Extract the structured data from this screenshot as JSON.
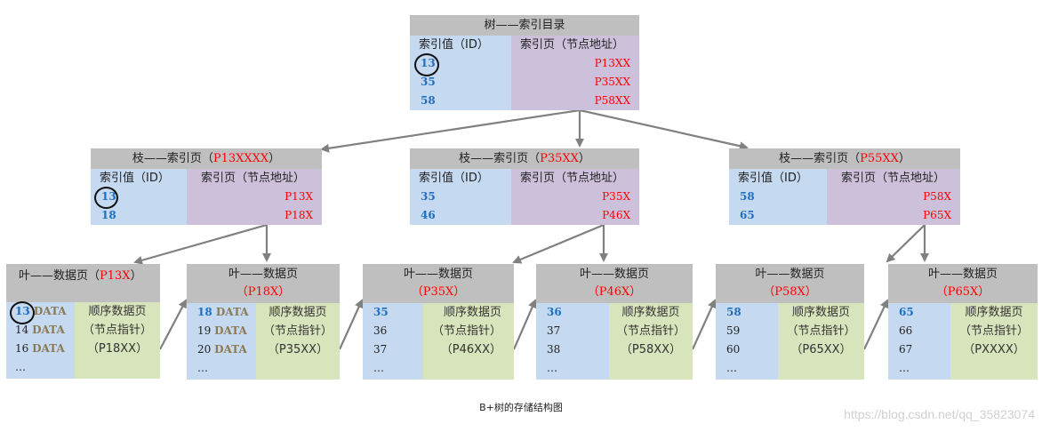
{
  "root": {
    "title": "树——索引目录",
    "col_id": "索引值（ID）",
    "col_addr": "索引页（节点地址）",
    "rows": [
      {
        "id": "13",
        "addr": "P13XX"
      },
      {
        "id": "35",
        "addr": "P35XX"
      },
      {
        "id": "58",
        "addr": "P58XX"
      }
    ]
  },
  "branches": [
    {
      "title": "枝——索引页（",
      "addr": "P13XXXX",
      "title_end": "）",
      "col_id": "索引值（ID）",
      "col_addr": "索引页（节点地址）",
      "rows": [
        {
          "id": "13",
          "addr": "P13X"
        },
        {
          "id": "18",
          "addr": "P18X"
        }
      ]
    },
    {
      "title": "枝——索引页（",
      "addr": "P35XX",
      "title_end": "）",
      "col_id": "索引值（ID）",
      "col_addr": "索引页（节点地址）",
      "rows": [
        {
          "id": "35",
          "addr": "P35X"
        },
        {
          "id": "46",
          "addr": "P46X"
        }
      ]
    },
    {
      "title": "枝——索引页（",
      "addr": "P55XX",
      "title_end": "）",
      "col_id": "索引值（ID）",
      "col_addr": "索引页（节点地址）",
      "rows": [
        {
          "id": "58",
          "addr": "P58X"
        },
        {
          "id": "65",
          "addr": "P65X"
        }
      ]
    }
  ],
  "leaves": [
    {
      "title": "叶——数据页（",
      "addr": "P13X",
      "title_end": "）",
      "ids": [
        "13",
        "14",
        "16",
        "…"
      ],
      "data_kw": [
        "DATA",
        "DATA",
        "DATA",
        ""
      ],
      "right": [
        "顺序数据页",
        "（节点指针）",
        "（P18XX）"
      ]
    },
    {
      "title": "叶——数据页",
      "addr": "（P18X）",
      "ids": [
        "18",
        "19",
        "20",
        "…"
      ],
      "data_kw": [
        "DATA",
        "DATA",
        "DATA",
        ""
      ],
      "right": [
        "顺序数据页",
        "（节点指针）",
        "（P35XX）"
      ]
    },
    {
      "title": "叶——数据页",
      "addr": "（P35X）",
      "ids": [
        "35",
        "36",
        "37",
        "…"
      ],
      "data_kw": [
        "",
        "",
        "",
        ""
      ],
      "right": [
        "顺序数据页",
        "（节点指针）",
        "（P46XX）"
      ]
    },
    {
      "title": "叶——数据页",
      "addr": "（P46X）",
      "ids": [
        "36",
        "37",
        "38",
        "…"
      ],
      "data_kw": [
        "",
        "",
        "",
        ""
      ],
      "right": [
        "顺序数据页",
        "（节点指针）",
        "（P58XX）"
      ]
    },
    {
      "title": "叶——数据页",
      "addr": "（P58X）",
      "ids": [
        "58",
        "59",
        "60",
        "…"
      ],
      "data_kw": [
        "",
        "",
        "",
        ""
      ],
      "right": [
        "顺序数据页",
        "（节点指针）",
        "（P65XX）"
      ]
    },
    {
      "title": "叶——数据页",
      "addr": "（P65X）",
      "ids": [
        "65",
        "66",
        "67",
        "…"
      ],
      "data_kw": [
        "",
        "",
        "",
        ""
      ],
      "right": [
        "顺序数据页",
        "（节点指针）",
        "（PXXXX）"
      ]
    }
  ],
  "caption": "B+树的存储结构图",
  "watermark": "https://blog.csdn.net/qq_35823074",
  "colors": {
    "header_gray": "#bfbfbf",
    "id_blue": "#c5d9f1",
    "addr_purple": "#ccc0da",
    "leaf_green": "#d8e4bc",
    "addr_red": "#ff0000",
    "arrow_gray": "#808080"
  }
}
